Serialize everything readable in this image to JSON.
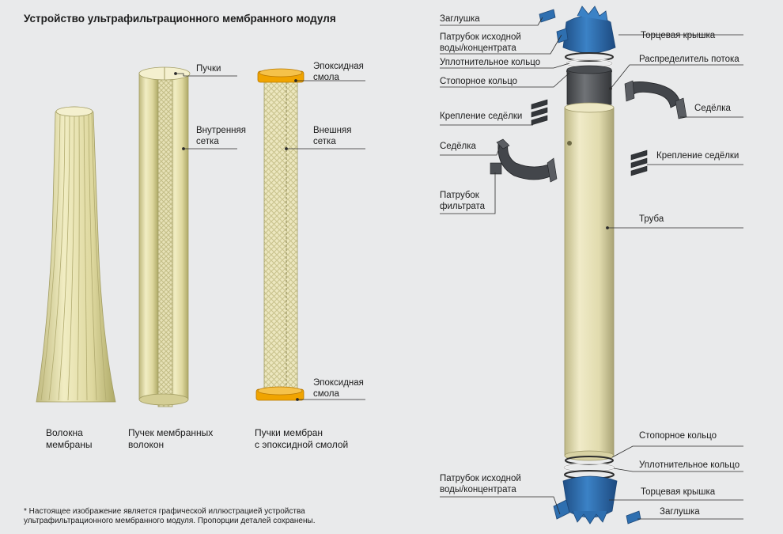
{
  "title": "Устройство ультрафильтрационного мембранного модуля",
  "left": {
    "captions": {
      "fibers": [
        "Волокна",
        "мембраны"
      ],
      "bundle": [
        "Пучек мембранных",
        "волокон"
      ],
      "potted": [
        "Пучки мембран",
        "с эпоксидной смолой"
      ]
    },
    "labels": {
      "bundles": "Пучки",
      "inner_mesh": [
        "Внутренняя",
        "сетка"
      ],
      "epoxy_top": [
        "Эпоксидная",
        "смола"
      ],
      "outer_mesh": [
        "Внешняя",
        "сетка"
      ],
      "epoxy_bottom": [
        "Эпоксидная",
        "смола"
      ]
    }
  },
  "right": {
    "labels": {
      "plug_top": "Заглушка",
      "feed_port_top": [
        "Патрубок исходной",
        "воды/концентрата"
      ],
      "seal_ring_top": "Уплотнительное кольцо",
      "retaining_ring_top": "Стопорное кольцо",
      "saddle_clip_left": "Крепление седёлки",
      "saddle_left": "Седёлка",
      "permeate_port": [
        "Патрубок",
        "фильтрата"
      ],
      "end_cap_top": "Торцевая крышка",
      "flow_distributor": "Распределитель потока",
      "saddle_right": "Седёлка",
      "saddle_clip_right": "Крепление седёлки",
      "tube": "Труба",
      "retaining_ring_bottom": "Стопорное кольцо",
      "seal_ring_bottom": "Уплотнительное кольцо",
      "feed_port_bottom": [
        "Патрубок исходной",
        "воды/концентрата"
      ],
      "end_cap_bottom": "Торцевая крышка",
      "plug_bottom": "Заглушка"
    }
  },
  "footnote": [
    "* Настоящее изображение является графической иллюстрацией устройства",
    "ультрафильтрационного мембранного модуля. Пропорции деталей сохранены."
  ],
  "colors": {
    "background": "#e9eaeb",
    "fiber": "#e7e3b0",
    "epoxy": "#f0a400",
    "cap_blue": "#2e6fb0",
    "tube": "#e2dcae",
    "distributor": "#5a5d60",
    "saddle": "#3e4146"
  }
}
